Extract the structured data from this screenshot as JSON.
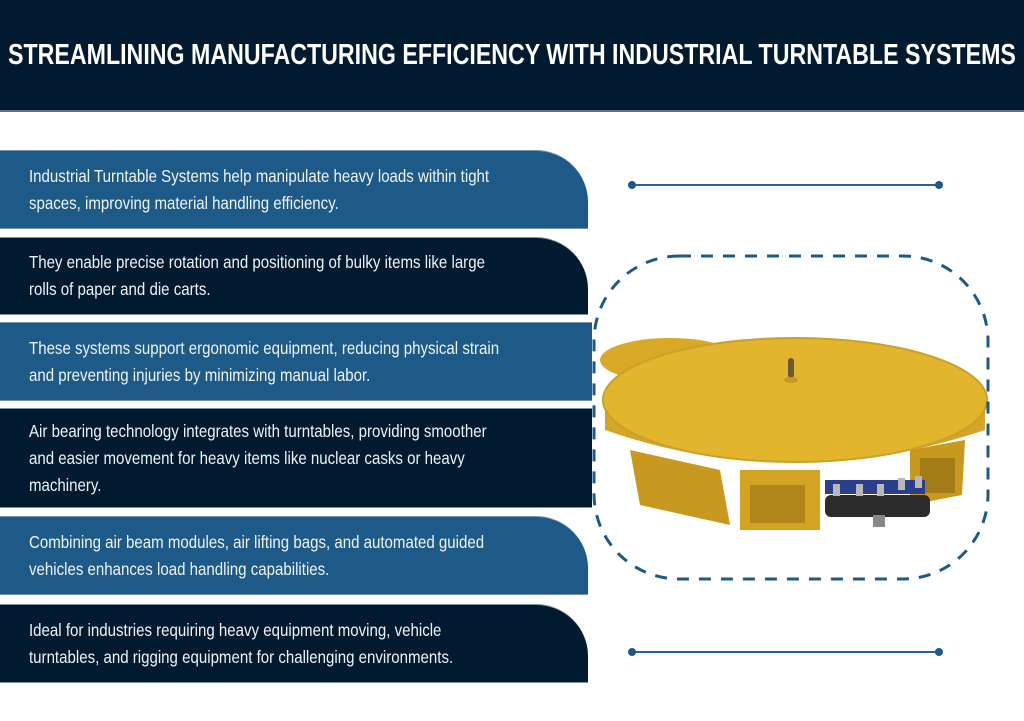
{
  "header": {
    "title": "Streamlining Manufacturing Efficiency with Industrial Turntable Systems"
  },
  "points": [
    {
      "text": "Industrial Turntable Systems help manipulate heavy loads within tight spaces, improving material handling efficiency.",
      "color": "#1d5a87"
    },
    {
      "text": "They enable precise rotation and positioning of bulky items like large rolls of paper and die carts.",
      "color": "#021a30"
    },
    {
      "text": "These systems support ergonomic equipment, reducing physical strain and preventing injuries by minimizing manual labor.",
      "color": "#1d5a87"
    },
    {
      "text": "Air bearing technology integrates with turntables, providing smoother and easier movement for heavy items like nuclear casks or heavy machinery.",
      "color": "#021a30"
    },
    {
      "text": "Combining air beam modules, air lifting bags, and automated guided vehicles enhances load handling capabilities.",
      "color": "#1d5a87"
    },
    {
      "text": "Ideal for industries requiring heavy equipment moving, vehicle turntables, and rigging equipment for challenging environments.",
      "color": "#021a30"
    }
  ],
  "image": {
    "subject": "yellow-industrial-turntable",
    "frame_color": "#1d5a87",
    "turntable_color": "#e3b52c"
  },
  "colors": {
    "header_bg": "#021a2f",
    "accent_blue": "#1d5a87",
    "dark_navy": "#021a30"
  }
}
